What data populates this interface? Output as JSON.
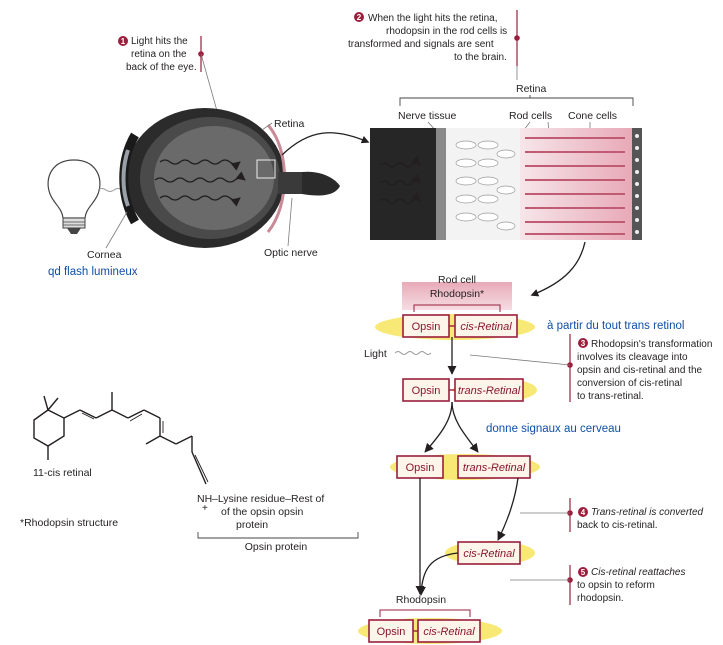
{
  "steps": {
    "s1": {
      "num": "1",
      "lines": [
        "Light hits the",
        "retina on the",
        "back of the eye."
      ]
    },
    "s2": {
      "num": "2",
      "lines": [
        "When the light hits the retina,",
        "rhodopsin in the rod cells is",
        "transformed and signals are sent",
        "to the brain."
      ]
    },
    "s3": {
      "num": "3",
      "lines": [
        "Rhodopsin's transformation",
        "involves its cleavage into",
        "opsin and cis-retinal and the",
        "conversion of cis-retinal",
        "to trans-retinal."
      ]
    },
    "s4": {
      "num": "4",
      "lines": [
        "Trans-retinal is converted",
        "back to cis-retinal."
      ]
    },
    "s5": {
      "num": "5",
      "lines": [
        "Cis-retinal reattaches",
        "to opsin to reform",
        "rhodopsin."
      ]
    }
  },
  "eye": {
    "retina": "Retina",
    "cornea": "Cornea",
    "optic_nerve": "Optic nerve"
  },
  "retina_section": {
    "title": "Retina",
    "nerve_tissue": "Nerve tissue",
    "rod_cells": "Rod cells",
    "cone_cells": "Cone cells"
  },
  "cycle": {
    "rod_cell": "Rod cell",
    "rhodopsin_star": "Rhodopsin*",
    "light": "Light",
    "opsin": "Opsin",
    "cis_retinal": "cis-Retinal",
    "trans_retinal": "trans-Retinal",
    "rhodopsin": "Rhodopsin"
  },
  "structure": {
    "retinal_label": "11-cis retinal",
    "nh": "NH",
    "plus": "+",
    "lysine": [
      "–Lysine residue–Rest of",
      "of the opsin    opsin",
      "protein"
    ],
    "opsin_protein": "Opsin protein",
    "footnote": "*Rhodopsin structure"
  },
  "annotations": {
    "flash": "qd flash lumineux",
    "trans_retinol": "à partir du tout trans retinol",
    "signals": "donne signaux au cerveau"
  },
  "colors": {
    "accent": "#9a1f3d",
    "highlight": "#f5e24a",
    "annotation": "#0f4fa8"
  }
}
